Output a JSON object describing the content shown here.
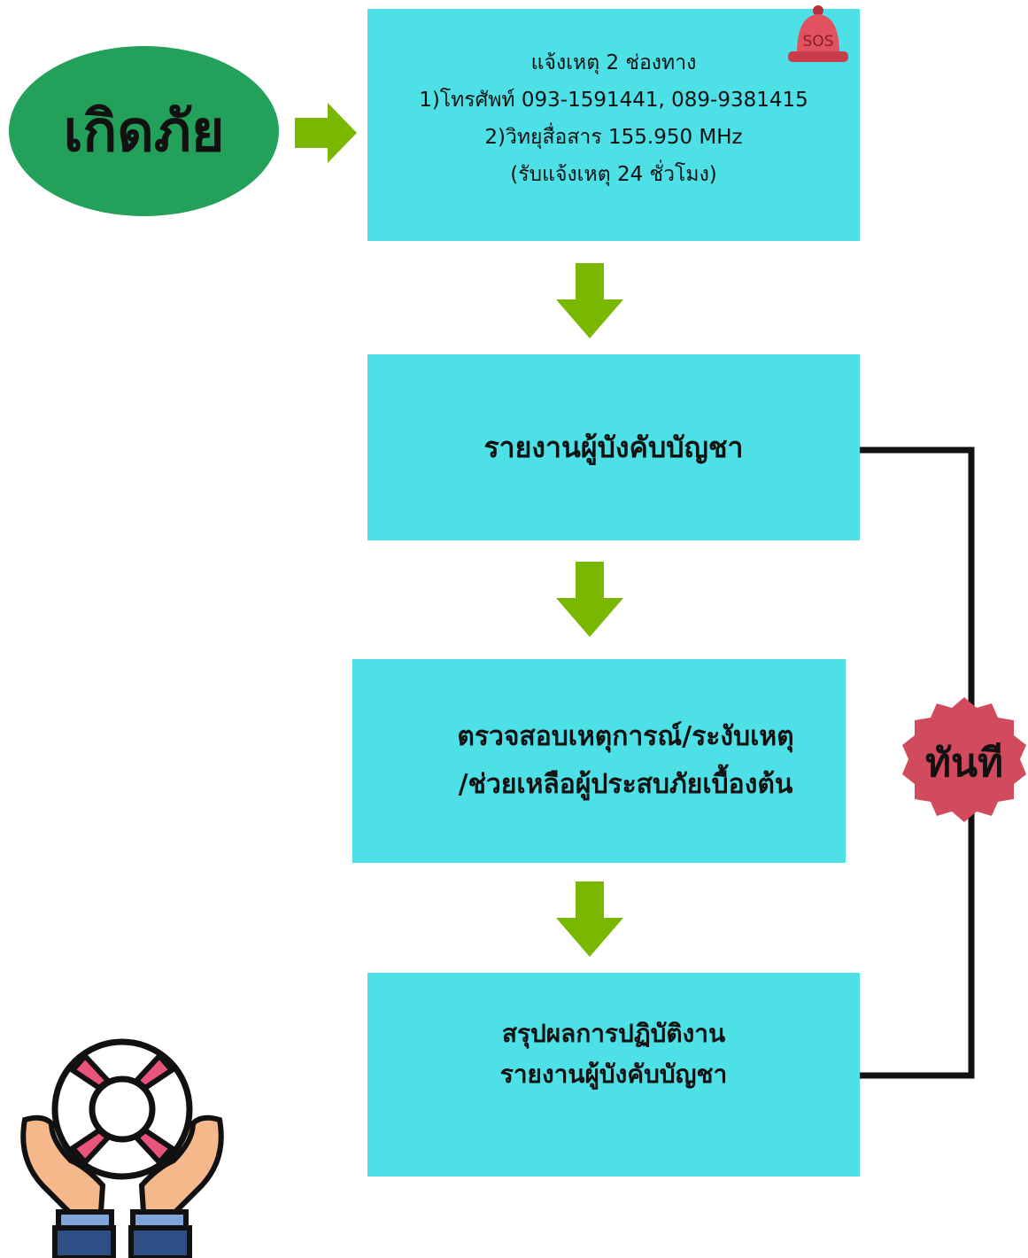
{
  "start": {
    "label": "เกิดภัย"
  },
  "steps": [
    {
      "lines": [
        "แจ้งเหตุ 2 ช่องทาง",
        "1)โทรศัพท์ 093-1591441, 089-9381415",
        "2)วิทยุสื่อสาร 155.950 MHz",
        "(รับแจ้งเหตุ 24 ชั่วโมง)"
      ]
    },
    {
      "lines": [
        "รายงานผู้บังคับบัญชา"
      ]
    },
    {
      "lines": [
        "ตรวจสอบเหตุการณ์/ระงับเหตุ",
        "/ช่วยเหลือผู้ประสบภัยเบื้องต้น"
      ]
    },
    {
      "lines": [
        "สรุปผลการปฏิบัติงาน",
        "รายงานผู้บังคับบัญชา"
      ]
    }
  ],
  "badge": {
    "label": "ทันที"
  },
  "sos_icon": {
    "text": "SOS",
    "icon": "alarm-bell-icon"
  },
  "lifebuoy_icon": {
    "icon": "hands-lifebuoy-icon"
  },
  "colors": {
    "box": "#4de1e7",
    "start": "#23a05a",
    "arrow": "#7ab800",
    "badge": "#d24a5e"
  }
}
